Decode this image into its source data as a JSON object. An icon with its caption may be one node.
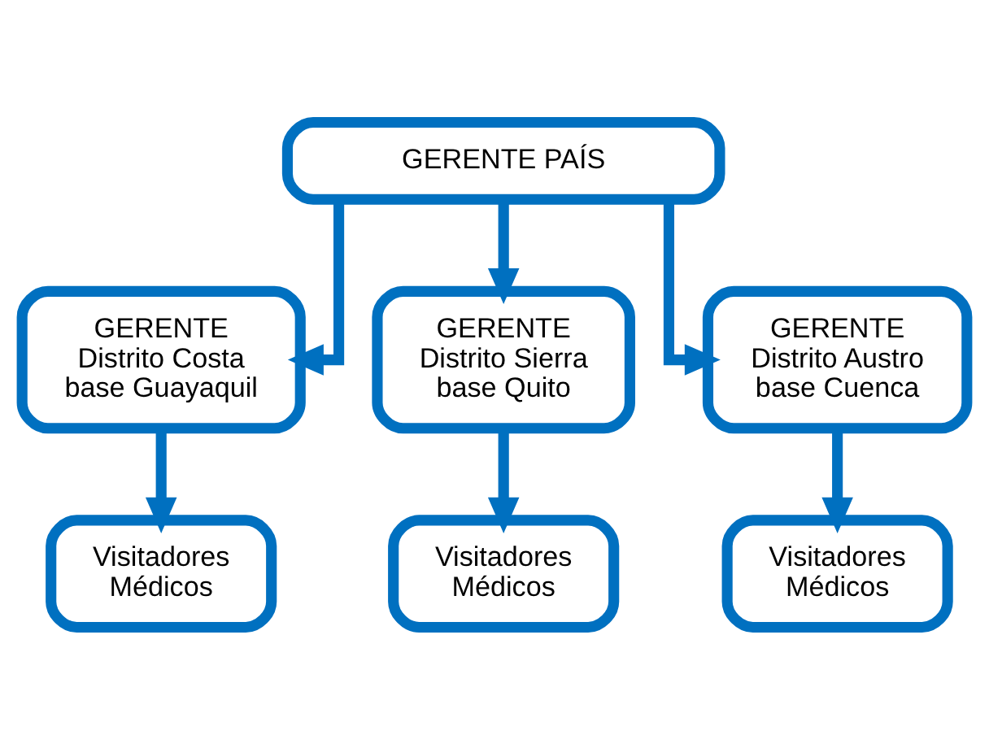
{
  "diagram": {
    "nodes": [
      {
        "text": [
          "GERENTE PAÍS"
        ]
      },
      {
        "text": [
          "GERENTE",
          "Distrito Costa base Guayaquil"
        ]
      },
      {
        "text": [
          "GERENTE",
          "Distrito Sierra base Quito"
        ]
      },
      {
        "text": [
          "GERENTE",
          "Distrito Austro base Cuenca"
        ]
      },
      {
        "text": [
          "Visitadores Médicos"
        ]
      },
      {
        "text": [
          "Visitadores Médicos"
        ]
      },
      {
        "text": [
          "Visitadores Médicos"
        ]
      }
    ],
    "edges": [
      {
        "from": 0,
        "to": 1,
        "arrow": "to"
      },
      {
        "from": 0,
        "to": 2,
        "arrow": "to"
      },
      {
        "from": 0,
        "to": 3,
        "arrow": "to"
      },
      {
        "from": 1,
        "to": 4,
        "arrow": "to"
      },
      {
        "from": 2,
        "to": 5,
        "arrow": "to"
      },
      {
        "from": 3,
        "to": 6,
        "arrow": "to"
      }
    ]
  }
}
